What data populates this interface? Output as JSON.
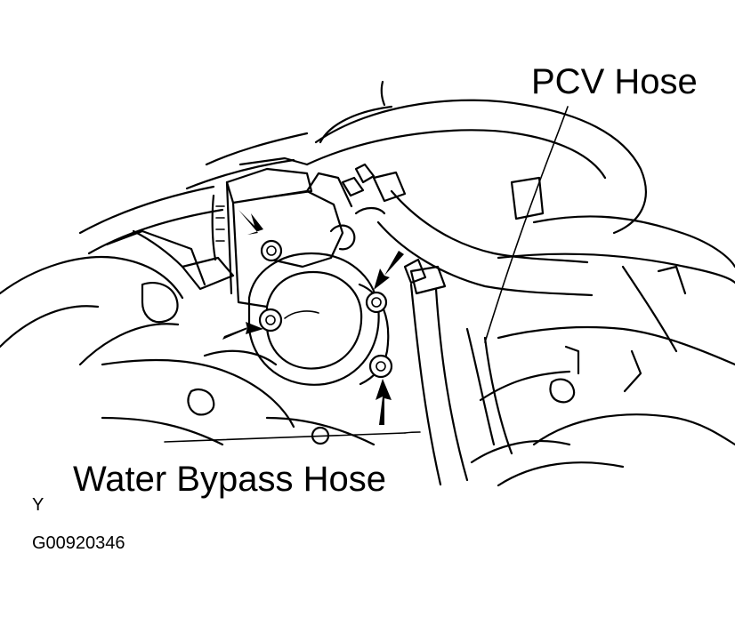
{
  "labels": {
    "pcv_hose": "PCV Hose",
    "water_bypass_hose": "Water Bypass Hose",
    "view_letter": "Y",
    "figure_code": "G00920346"
  }
}
